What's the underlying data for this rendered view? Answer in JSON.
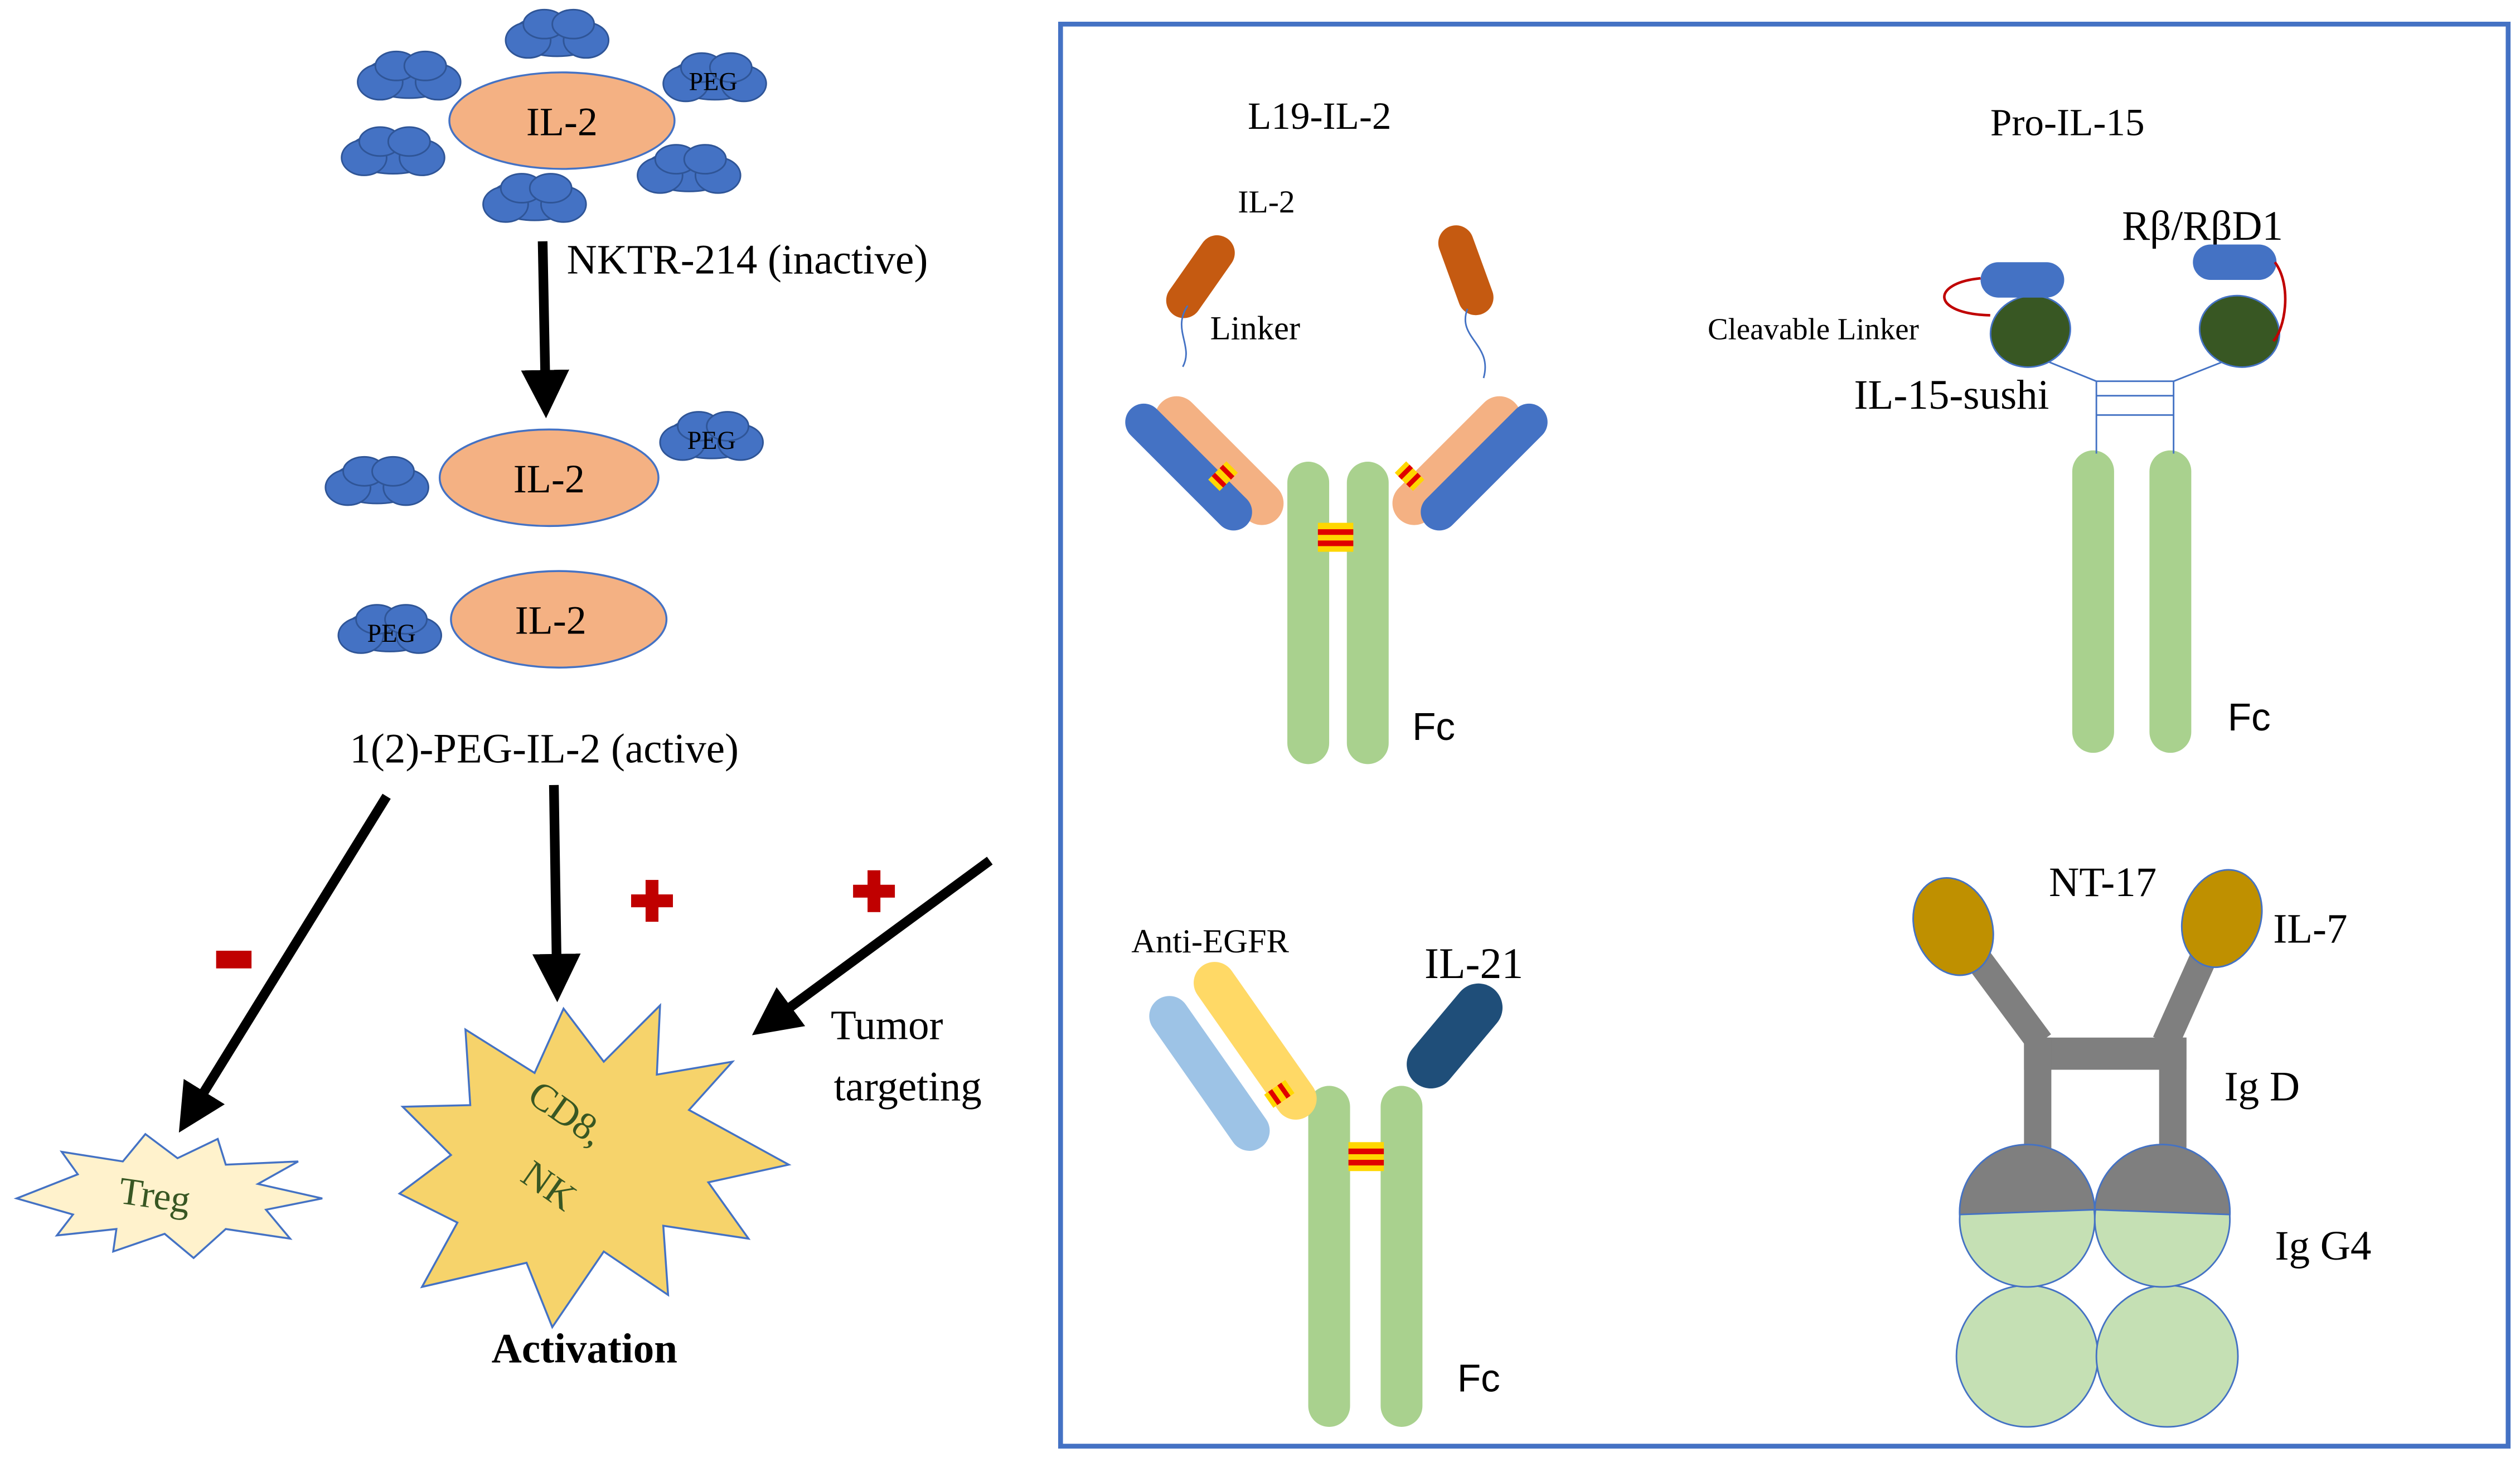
{
  "left_panel": {
    "nktr_label": "NKTR-214 (inactive)",
    "il2_label": "IL-2",
    "peg_label": "PEG",
    "active_label": "1(2)-PEG-IL-2 (active)",
    "minus_sign": "-",
    "treg_label": "Treg",
    "cd8_label": "CD8,",
    "nk_label": "NK",
    "tumor_label_line1": "Tumor",
    "tumor_label_line2": "targeting",
    "activation_label": "Activation"
  },
  "right_panel": {
    "border_color": "#4472C4",
    "l19": {
      "title": "L19-IL-2",
      "il2": "IL-2",
      "linker": "Linker",
      "fc": "Fc"
    },
    "pro_il15": {
      "title": "Pro-IL-15",
      "receptor": "Rβ/RβD1",
      "cleavable_linker": "Cleavable Linker",
      "sushi": "IL-15-sushi",
      "fc": "Fc"
    },
    "egfr_il21": {
      "anti_egfr": "Anti-EGFR",
      "il21": "IL-21",
      "fc": "Fc"
    },
    "nt17": {
      "title": "NT-17",
      "il7": "IL-7",
      "igd": "Ig D",
      "igg4": "Ig G4"
    }
  },
  "colors": {
    "peg_blue": "#4472C4",
    "il2_salmon": "#F4B183",
    "fc_green": "#A9D18E",
    "heavy_salmon": "#F4B183",
    "light_blue": "#4472C4",
    "il2_brown": "#C55A11",
    "dark_green": "#385723",
    "star_yellow": "#F6D36B",
    "treg_fill": "#FFF2CC",
    "plus_red": "#C00000",
    "gold": "#BF9000",
    "gray": "#7F7F7F",
    "pale_green": "#C5E0B4",
    "navy": "#1F4E79",
    "sky": "#9DC3E6",
    "yellow": "#FFD966"
  }
}
